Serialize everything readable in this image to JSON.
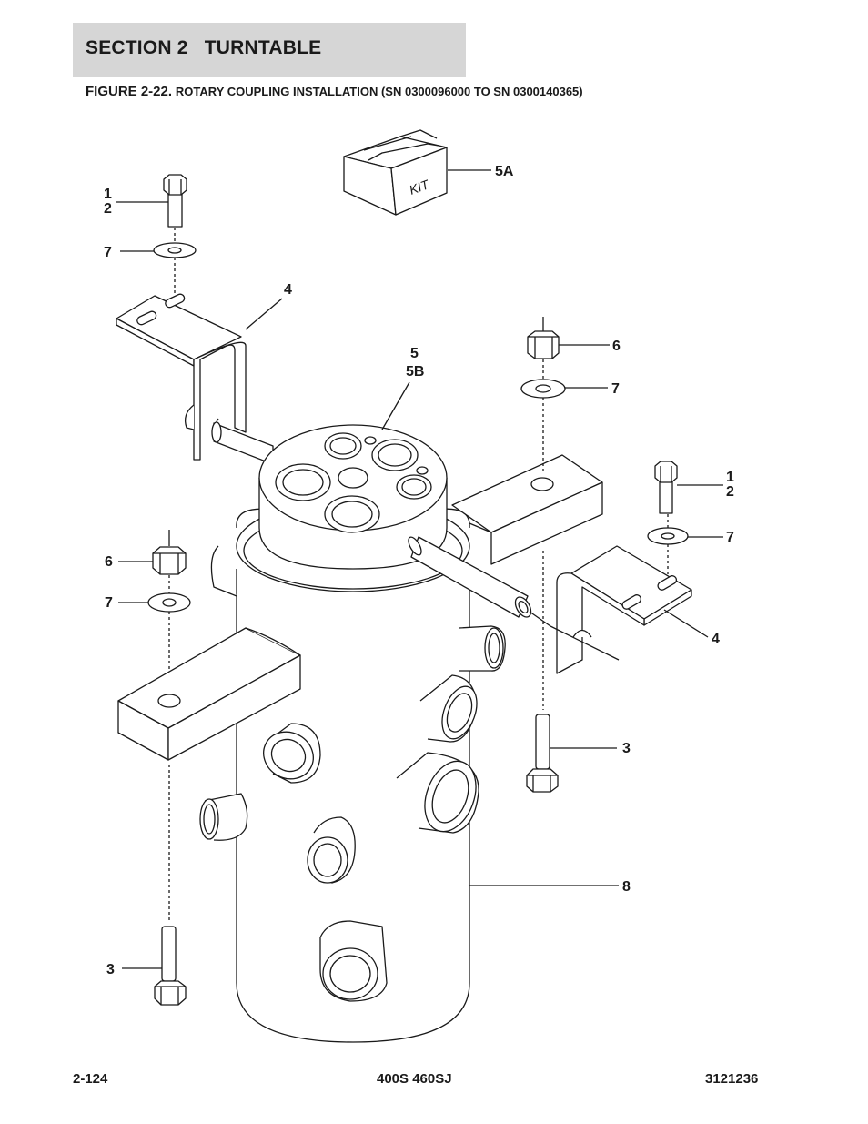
{
  "header": {
    "section_title": "SECTION 2   TURNTABLE"
  },
  "figure": {
    "number": "FIGURE 2-22.",
    "title": "ROTARY COUPLING INSTALLATION (SN 0300096000 TO SN 0300140365)"
  },
  "kit_label": "KIT",
  "callouts": {
    "kit": "5A",
    "bolt_left_1": "1",
    "bolt_left_2": "2",
    "washer_left_top": "7",
    "bracket_left": "4",
    "coupling_5": "5",
    "coupling_5b": "5B",
    "nut_right": "6",
    "washer_right_top": "7",
    "bolt_right_1": "1",
    "bolt_right_2": "2",
    "washer_right_bracket": "7",
    "nut_left": "6",
    "washer_left_lower": "7",
    "bracket_right": "4",
    "bolt_right_lower": "3",
    "body": "8",
    "bolt_left_lower": "3"
  },
  "footer": {
    "page_number": "2-124",
    "model": "400S 460SJ",
    "doc_number": "3121236"
  }
}
